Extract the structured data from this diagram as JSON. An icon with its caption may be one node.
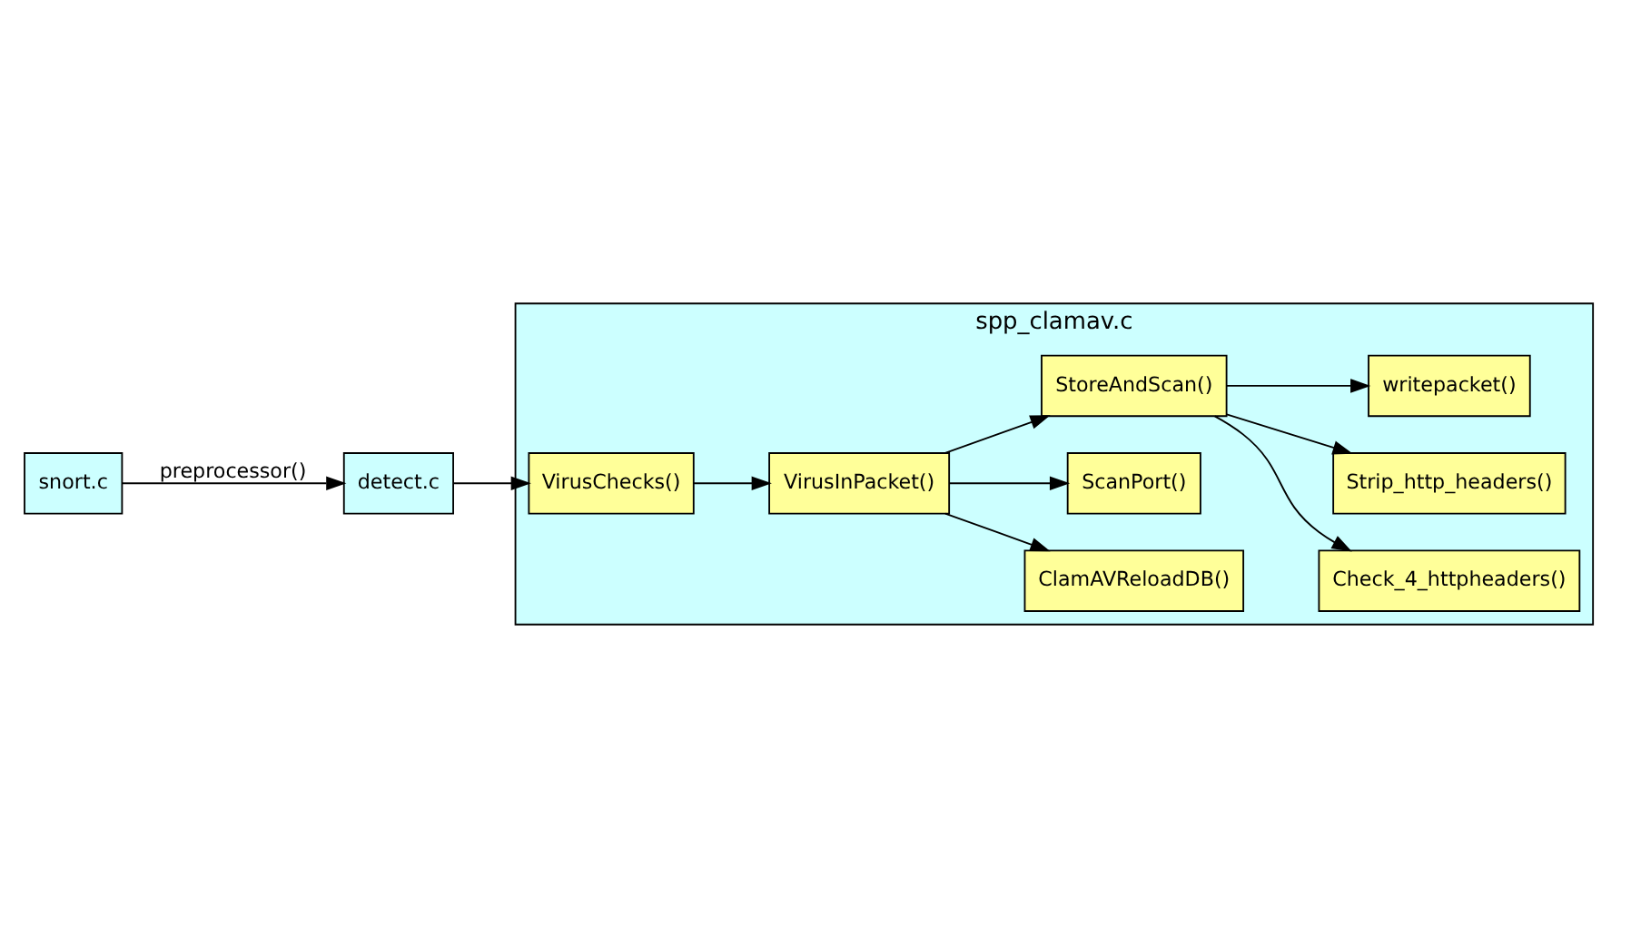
{
  "diagram": {
    "nodes": [
      {
        "text": [
          "snort.c"
        ]
      },
      {
        "text": [
          "detect.c"
        ]
      },
      {
        "text": [
          "spp_clamav.c"
        ]
      },
      {
        "text": [
          "VirusChecks()"
        ],
        "in": 2
      },
      {
        "text": [
          "VirusInPacket()"
        ],
        "in": 2
      },
      {
        "text": [
          "ClamAVReloadDB()"
        ],
        "in": 2
      },
      {
        "text": [
          "ScanPort()"
        ],
        "in": 2
      },
      {
        "text": [
          "StoreAndScan()"
        ],
        "in": 2
      },
      {
        "text": [
          "Check_4_httpheaders()"
        ],
        "in": 2
      },
      {
        "text": [
          "Strip_http_headers()"
        ],
        "in": 2
      },
      {
        "text": [
          "writepacket()"
        ],
        "in": 2
      }
    ],
    "edges": [
      {
        "from": 0,
        "to": 1,
        "arrow": "to",
        "label": "preprocessor()"
      },
      {
        "from": 1,
        "to": 3,
        "arrow": "to"
      },
      {
        "from": 3,
        "to": 4,
        "arrow": "to"
      },
      {
        "from": 4,
        "to": 5,
        "arrow": "to"
      },
      {
        "from": 4,
        "to": 6,
        "arrow": "to"
      },
      {
        "from": 4,
        "to": 7,
        "arrow": "to"
      },
      {
        "from": 7,
        "to": 8,
        "arrow": "to"
      },
      {
        "from": 7,
        "to": 9,
        "arrow": "to"
      },
      {
        "from": 7,
        "to": 10,
        "arrow": "to"
      }
    ]
  }
}
